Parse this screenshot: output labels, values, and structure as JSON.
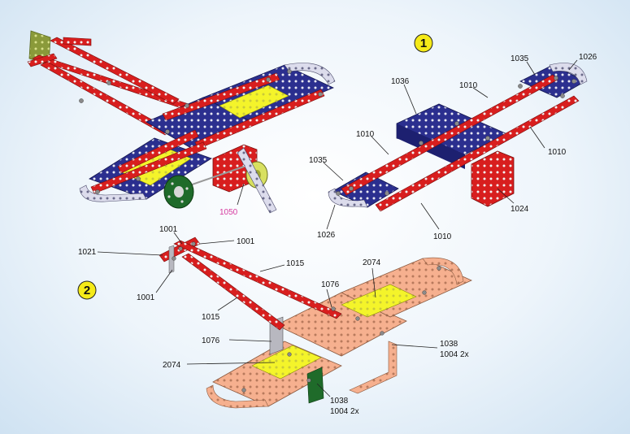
{
  "steps": [
    {
      "number": "1",
      "badge_color": "#f5ea18"
    },
    {
      "number": "2",
      "badge_color": "#f5ea18"
    }
  ],
  "colors": {
    "strip_red": "#d81e1e",
    "plate_blue": "#2b2f8f",
    "plate_yellow": "#f4f42a",
    "assembly_salmon": "#f6b08f",
    "wheel_green": "#1f6b2a",
    "curved_white": "#dcdcec",
    "callout_pink": "#d63aa0"
  },
  "callouts": {
    "full_model": {
      "part_1050": "1050"
    },
    "step1": {
      "p1035_top": "1035",
      "p1026_top": "1026",
      "p1036": "1036",
      "p1010_a": "1010",
      "p1010_b": "1010",
      "p1010_c": "1010",
      "p1010_d": "1010",
      "p1035_left": "1035",
      "p1026_left": "1026",
      "p1024": "1024"
    },
    "step2": {
      "p1001_top": "1001",
      "p1001_right": "1001",
      "p1021": "1021",
      "p1001_bottom": "1001",
      "p1015_top": "1015",
      "p1015_bottom": "1015",
      "p2074_top": "2074",
      "p1076_top": "1076",
      "p1076_mid": "1076",
      "p1038_right": "1038",
      "p1004_right": "1004 2x",
      "p2074_left": "2074",
      "p1038_bottom": "1038",
      "p1004_bottom": "1004 2x"
    }
  }
}
